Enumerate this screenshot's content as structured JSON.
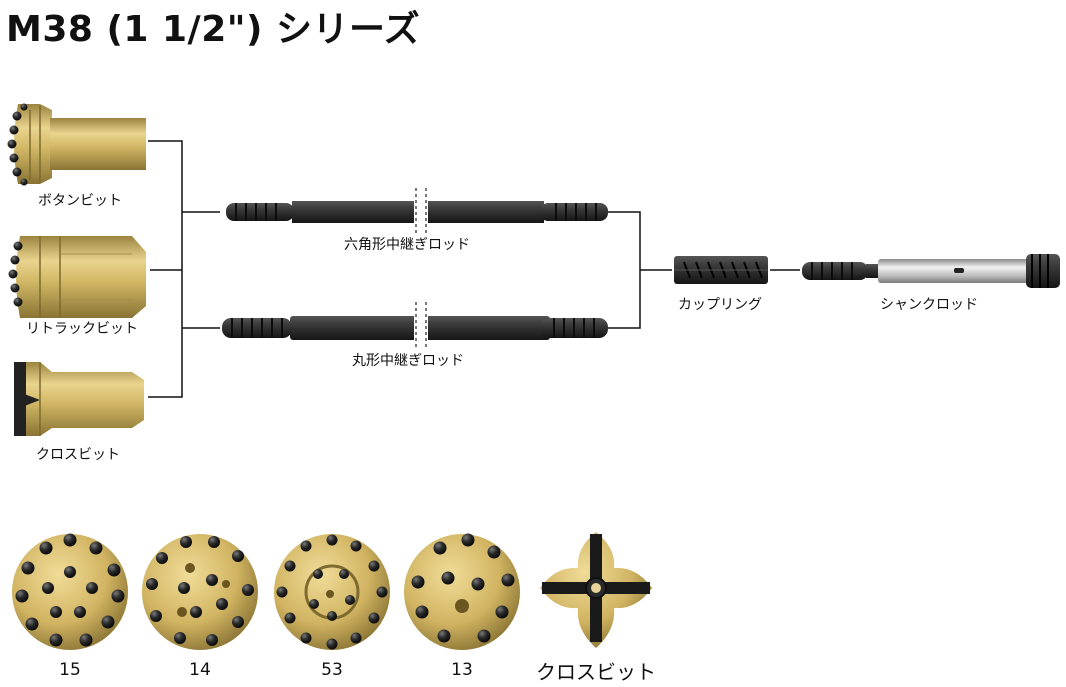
{
  "title": "M38 (1 1/2\") シリーズ",
  "components": {
    "button_bit": "ボタンビット",
    "retrac_bit": "リトラックビット",
    "cross_bit": "クロスビット",
    "hex_rod": "六角形中継ぎロッド",
    "round_rod": "丸形中継ぎロッド",
    "coupling": "カップリング",
    "shank_rod": "シャンクロッド"
  },
  "bit_faces": [
    {
      "label": "15"
    },
    {
      "label": "14"
    },
    {
      "label": "53"
    },
    {
      "label": "13"
    },
    {
      "label": "クロスビット"
    }
  ],
  "colors": {
    "gold": "#c9ad5c",
    "gold_light": "#e6d08a",
    "gold_dark": "#8f7a3a",
    "steel_dark": "#2a2a2a",
    "line": "#111111"
  }
}
